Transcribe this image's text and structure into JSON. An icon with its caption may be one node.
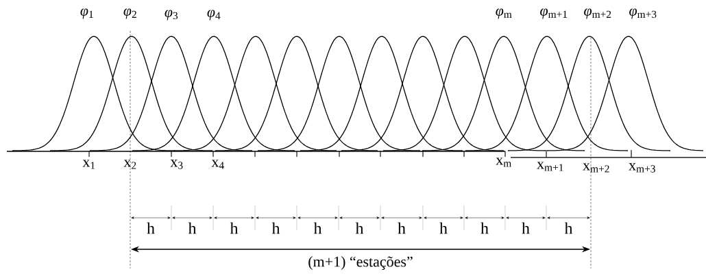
{
  "diagram": {
    "labels": [
      "*φ*$_{1}$",
      "*φ*$_{2}$",
      "*φ*$_{3}$",
      "*φ*$_{4}$",
      "*φ*$_{m}$",
      "*φ*$_{m+1}$",
      "*φ*$_{m+2}$",
      "*φ*$_{m+3}$",
      "x$_{1}$",
      "x$_{2}$",
      "x$_{3}$",
      "x$_{4}$",
      "x$_{m}$",
      "x$_{m+1}$",
      "x$_{m+2}$",
      "x$_{m+3}$",
      "h",
      "h",
      "h",
      "h",
      "h",
      "h",
      "h",
      "h",
      "h",
      "h",
      "h",
      "(m+1) “estações”"
    ]
  }
}
